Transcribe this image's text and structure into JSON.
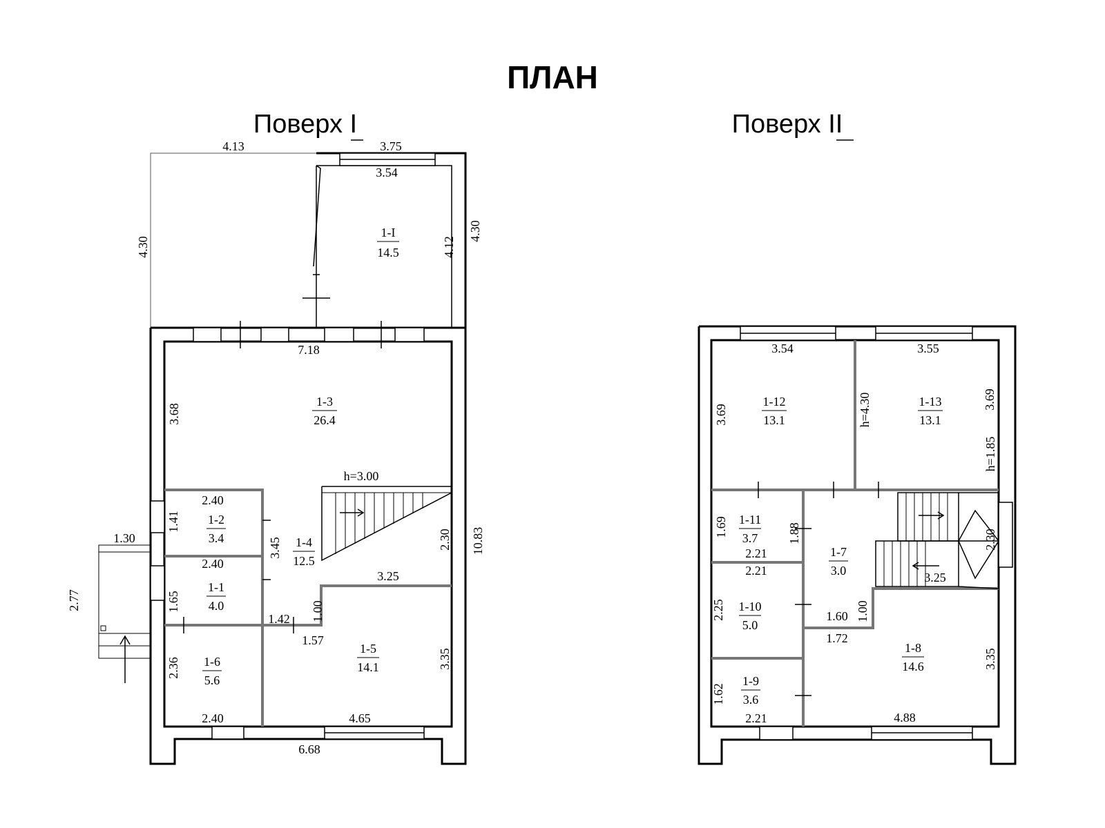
{
  "title": "ПЛАН",
  "floor1": {
    "label": "Поверх I",
    "rooms": [
      {
        "id": "1-I",
        "area": "14.5"
      },
      {
        "id": "1-3",
        "area": "26.4"
      },
      {
        "id": "1-2",
        "area": "3.4"
      },
      {
        "id": "1-1",
        "area": "4.0"
      },
      {
        "id": "1-4",
        "area": "12.5"
      },
      {
        "id": "1-6",
        "area": "5.6"
      },
      {
        "id": "1-5",
        "area": "14.1"
      }
    ],
    "dimensions": [
      "4.13",
      "3.75",
      "3.54",
      "4.30",
      "4.12",
      "4.30",
      "7.18",
      "3.68",
      "h=3.00",
      "2.40",
      "1.41",
      "3.45",
      "1.30",
      "2.30",
      "10.83",
      "2.40",
      "3.25",
      "2.77",
      "1.65",
      "1.00",
      "1.42",
      "1.57",
      "2.36",
      "3.35",
      "2.40",
      "4.65",
      "6.68"
    ]
  },
  "floor2": {
    "label": "Поверх II",
    "rooms": [
      {
        "id": "1-12",
        "area": "13.1"
      },
      {
        "id": "1-13",
        "area": "13.1"
      },
      {
        "id": "1-11",
        "area": "3.7"
      },
      {
        "id": "1-7",
        "area": "3.0"
      },
      {
        "id": "1-10",
        "area": "5.0"
      },
      {
        "id": "1-8",
        "area": "14.6"
      },
      {
        "id": "1-9",
        "area": "3.6"
      }
    ],
    "dimensions": [
      "3.54",
      "3.55",
      "3.69",
      "h=4.30",
      "3.69",
      "h=1.85",
      "1.69",
      "1.88",
      "2.21",
      "2.30",
      "2.21",
      "3.25",
      "2.25",
      "1.00",
      "1.60",
      "1.72",
      "3.35",
      "1.62",
      "2.21",
      "4.88"
    ]
  }
}
